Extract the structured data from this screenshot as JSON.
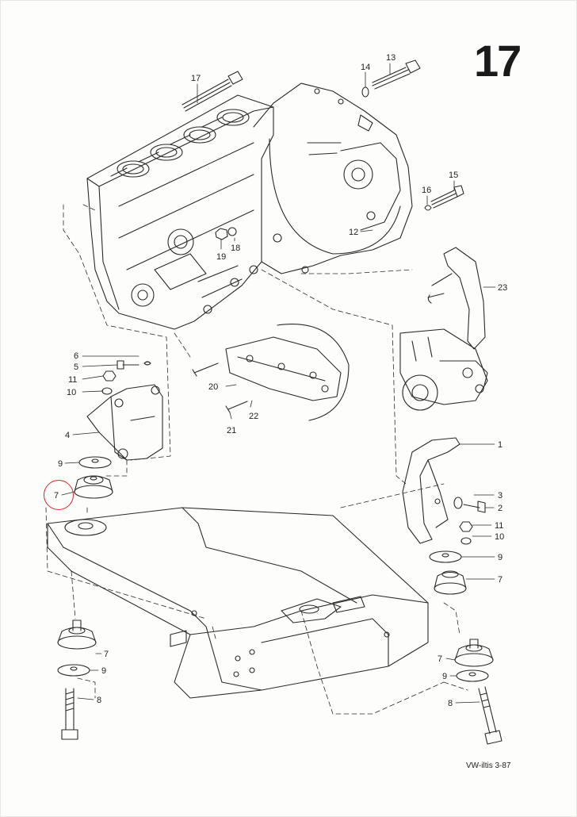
{
  "page": {
    "number": "17",
    "footer": "VW-iltis 3-87"
  },
  "highlight": {
    "label": "7",
    "color": "#d9262b"
  },
  "callouts": [
    {
      "id": "c13",
      "label": "13"
    },
    {
      "id": "c14",
      "label": "14"
    },
    {
      "id": "c17",
      "label": "17"
    },
    {
      "id": "c15",
      "label": "15"
    },
    {
      "id": "c16",
      "label": "16"
    },
    {
      "id": "c12",
      "label": "12"
    },
    {
      "id": "c18",
      "label": "18"
    },
    {
      "id": "c19",
      "label": "19"
    },
    {
      "id": "c23",
      "label": "23"
    },
    {
      "id": "c6",
      "label": "6"
    },
    {
      "id": "c5",
      "label": "5"
    },
    {
      "id": "c11a",
      "label": "11"
    },
    {
      "id": "c10a",
      "label": "10"
    },
    {
      "id": "c4",
      "label": "4"
    },
    {
      "id": "c9a",
      "label": "9"
    },
    {
      "id": "c7a",
      "label": "7"
    },
    {
      "id": "c20",
      "label": "20"
    },
    {
      "id": "c22",
      "label": "22"
    },
    {
      "id": "c21",
      "label": "21"
    },
    {
      "id": "c1",
      "label": "1"
    },
    {
      "id": "c3",
      "label": "3"
    },
    {
      "id": "c2",
      "label": "2"
    },
    {
      "id": "c11b",
      "label": "11"
    },
    {
      "id": "c10b",
      "label": "10"
    },
    {
      "id": "c9b",
      "label": "9"
    },
    {
      "id": "c7b",
      "label": "7"
    },
    {
      "id": "c7c",
      "label": "7"
    },
    {
      "id": "c9c",
      "label": "9"
    },
    {
      "id": "c8a",
      "label": "8"
    },
    {
      "id": "c7d",
      "label": "7"
    },
    {
      "id": "c9d",
      "label": "9"
    },
    {
      "id": "c8b",
      "label": "8"
    }
  ]
}
